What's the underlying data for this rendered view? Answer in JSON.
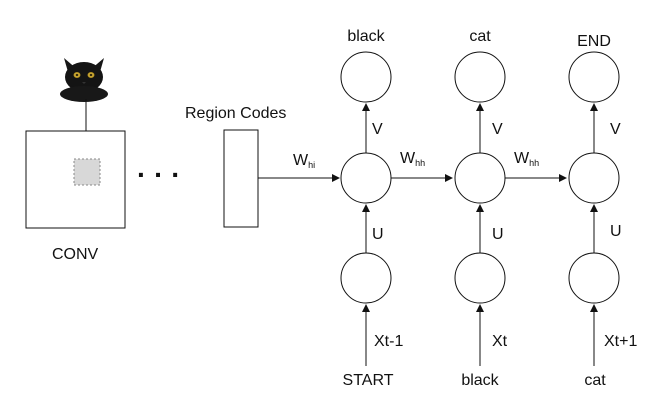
{
  "image": {
    "subject": "black cat",
    "icon": "cat-photo"
  },
  "conv": {
    "label": "CONV"
  },
  "ellipsis": "· · ·",
  "region": {
    "label": "Region Codes"
  },
  "weights": {
    "input": {
      "base": "W",
      "sub": "hi"
    },
    "hidden": {
      "base": "W",
      "sub": "hh"
    },
    "output": "V",
    "recurrent_in": "U"
  },
  "steps": [
    {
      "output": "black",
      "input_label": "Xt-1",
      "input_word": "START"
    },
    {
      "output": "cat",
      "input_label": "Xt",
      "input_word": "black"
    },
    {
      "output": "END",
      "input_label": "Xt+1",
      "input_word": "cat"
    }
  ]
}
